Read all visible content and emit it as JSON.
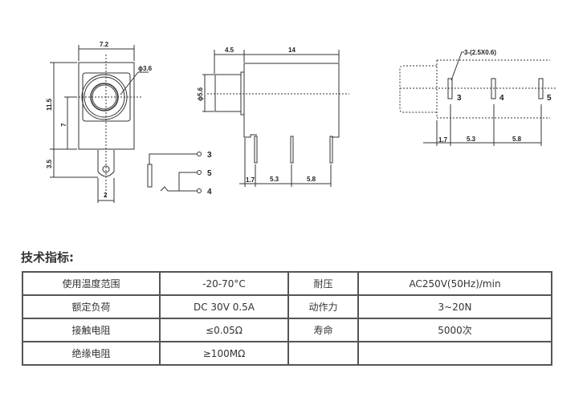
{
  "drawing": {
    "front": {
      "width": "7.2",
      "height": "11.5",
      "center": "7",
      "tab": "3.5",
      "tab_width": "2",
      "diameter": "ϕ3.6"
    },
    "schematic": {
      "pins": [
        "3",
        "5",
        "4"
      ]
    },
    "side": {
      "barrel": "4.5",
      "body": "14",
      "diameter": "ϕ5.6",
      "spacing": [
        "1.7",
        "5.3",
        "5.8"
      ]
    },
    "footprint": {
      "pad_note": "3-(2.5X0.6)",
      "pins": [
        "3",
        "4",
        "5"
      ],
      "spacing": [
        "1.7",
        "5.3",
        "5.8"
      ]
    }
  },
  "specs": {
    "title": "技术指标:",
    "rows": [
      [
        "使用温度范围",
        "-20-70°C",
        "耐压",
        "AC250V(50Hz)/min"
      ],
      [
        "额定负荷",
        "DC 30V 0.5A",
        "动作力",
        "3~20N"
      ],
      [
        "接触电阻",
        "≤0.05Ω",
        "寿命",
        "5000次"
      ],
      [
        "绝缘电阻",
        "≥100MΩ",
        "",
        ""
      ]
    ]
  }
}
